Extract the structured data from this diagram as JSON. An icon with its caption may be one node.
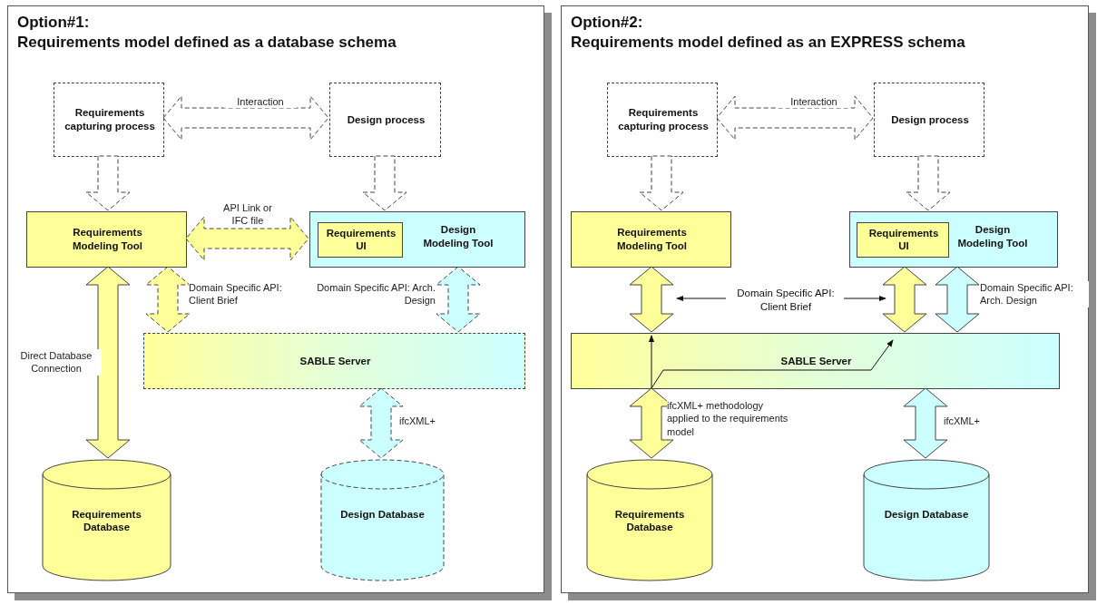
{
  "diagram": {
    "nodes": [
      {
        "text": [
          "Option#1:",
          "Requirements model defined as a database schema"
        ]
      },
      {
        "text": [
          "Requirements capturing process"
        ],
        "in": 0
      },
      {
        "text": [
          "Design process"
        ],
        "in": 0
      },
      {
        "text": [
          "Requirements Modeling Tool"
        ],
        "in": 0
      },
      {
        "text": [
          "Design Modeling Tool"
        ],
        "in": 0
      },
      {
        "text": [
          "Requirements UI"
        ],
        "in": 4
      },
      {
        "text": [
          "SABLE Server"
        ],
        "in": 0
      },
      {
        "text": [
          "Requirements Database"
        ],
        "in": 0
      },
      {
        "text": [
          "Design Database"
        ],
        "in": 0
      },
      {
        "text": [
          "Option#2:",
          "Requirements model defined as an EXPRESS schema"
        ]
      },
      {
        "text": [
          "Requirements capturing process"
        ],
        "in": 9
      },
      {
        "text": [
          "Design process"
        ],
        "in": 9
      },
      {
        "text": [
          "Requirements Modeling Tool"
        ],
        "in": 9
      },
      {
        "text": [
          "Design Modeling Tool"
        ],
        "in": 9
      },
      {
        "text": [
          "Requirements UI"
        ],
        "in": 13
      },
      {
        "text": [
          "SABLE Server"
        ],
        "in": 9
      },
      {
        "text": [
          "Requirements Database"
        ],
        "in": 9
      },
      {
        "text": [
          "Design Database"
        ],
        "in": 9
      },
      {
        "text": [
          "Domain Specific API: Client Brief"
        ],
        "in": 9
      }
    ],
    "edges": [
      {
        "from": 1,
        "to": 2,
        "arrow": "both",
        "style": "dashed",
        "label": "Interaction"
      },
      {
        "from": 1,
        "to": 3,
        "arrow": "to",
        "style": "dashed"
      },
      {
        "from": 2,
        "to": 4,
        "arrow": "to",
        "style": "dashed"
      },
      {
        "from": 3,
        "to": 4,
        "arrow": "both",
        "style": "dashed",
        "color": "#ffff99",
        "label": "API Link or IFC file"
      },
      {
        "from": 3,
        "to": 6,
        "arrow": "both",
        "style": "dashed",
        "color": "#ffff99",
        "label": "Domain Specific API: Client Brief"
      },
      {
        "from": 4,
        "to": 6,
        "arrow": "both",
        "style": "dashed",
        "color": "#ccffff",
        "label": "Domain Specific API: Arch. Design"
      },
      {
        "from": 3,
        "to": 7,
        "arrow": "both",
        "color": "#ffff99",
        "label": "Direct Database Connection"
      },
      {
        "from": 6,
        "to": 8,
        "arrow": "both",
        "style": "dashed",
        "color": "#ccffff",
        "label": "ifcXML+"
      },
      {
        "from": 10,
        "to": 11,
        "arrow": "both",
        "style": "dashed",
        "label": "Interaction"
      },
      {
        "from": 10,
        "to": 12,
        "arrow": "to",
        "style": "dashed"
      },
      {
        "from": 11,
        "to": 13,
        "arrow": "to",
        "style": "dashed"
      },
      {
        "from": 12,
        "to": 15,
        "arrow": "both",
        "color": "#ffff99"
      },
      {
        "from": 13,
        "to": 15,
        "arrow": "both",
        "color": "#ffff99"
      },
      {
        "from": 13,
        "to": 15,
        "arrow": "both",
        "color": "#ccffff",
        "label": "Domain Specific API: Arch. Design"
      },
      {
        "from": 16,
        "to": 15,
        "arrow": "both",
        "color": "#ffff99",
        "label": "ifcXML+ methodology applied to the requirements model"
      },
      {
        "from": 15,
        "to": 17,
        "arrow": "both",
        "color": "#ccffff",
        "label": "ifcXML+"
      },
      {
        "from": 18,
        "to": null,
        "arrow": "to"
      },
      {
        "from": 18,
        "to": null,
        "arrow": "to"
      }
    ]
  }
}
